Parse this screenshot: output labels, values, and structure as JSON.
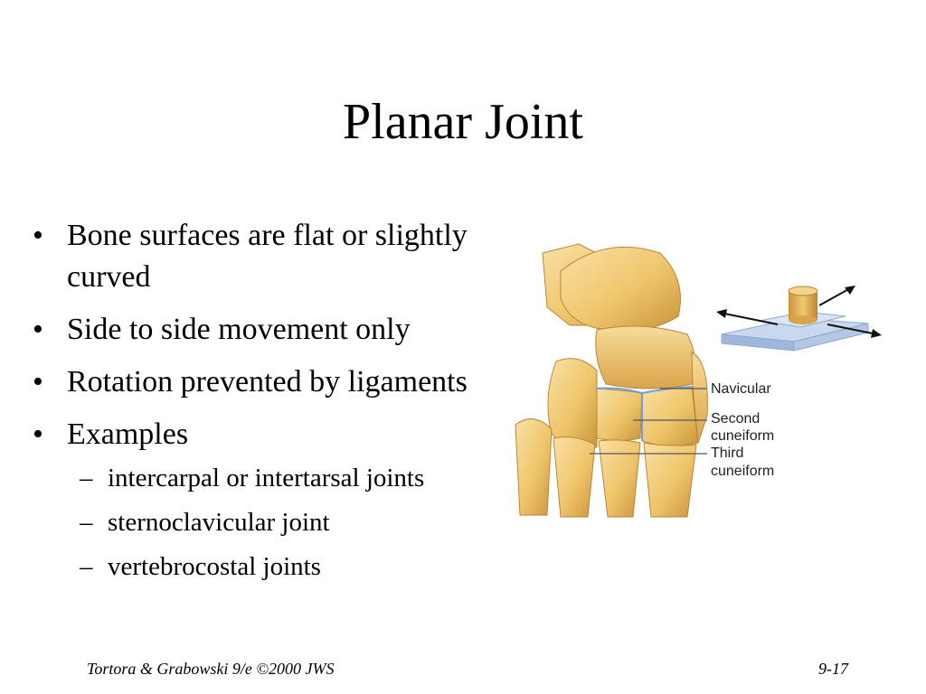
{
  "slide": {
    "title": "Planar Joint",
    "bullets": [
      {
        "text": "Bone surfaces are flat or slightly curved"
      },
      {
        "text": "Side to side movement only"
      },
      {
        "text": "Rotation prevented by ligaments"
      },
      {
        "text": "Examples"
      }
    ],
    "sub_bullets": [
      "intercarpal or intertarsal joints",
      "sternoclavicular joint",
      "vertebrocostal joints"
    ],
    "bullet_glyph": "•",
    "dash_glyph": "–"
  },
  "figure": {
    "labels": {
      "navicular": "Navicular",
      "second_1": "Second",
      "second_2": "cuneiform",
      "third_1": "Third",
      "third_2": "cuneiform"
    },
    "colors": {
      "bone": "#efc56a",
      "bone_light": "#f7dc9a",
      "bone_dark": "#c9943a",
      "plate": "#b9cce8",
      "plate_dark": "#8ea9d2"
    }
  },
  "footer": {
    "left": "Tortora & Grabowski 9/e ©2000 JWS",
    "right": "9-17"
  }
}
